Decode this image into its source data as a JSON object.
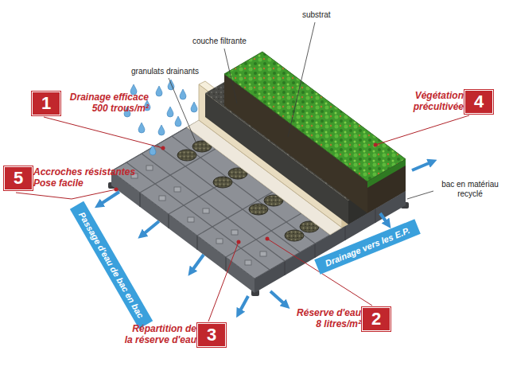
{
  "diagram": {
    "nodes": [
      {
        "text": [
          "1",
          "Drainage efficace 500 trous/m²"
        ]
      },
      {
        "text": [
          "4",
          "Végétation précultivée"
        ]
      },
      {
        "text": [
          "5",
          "Accroches résistantes Pose facile"
        ]
      },
      {
        "text": [
          "Passage d'eau de bac en bac"
        ]
      },
      {
        "text": [
          "Drainage vers les E.P."
        ]
      },
      {
        "text": [
          "2",
          "Réserve d'eau 8 litres/m²"
        ]
      },
      {
        "text": [
          "3",
          "Répartition de la réserve d'eau"
        ]
      }
    ],
    "labels": [
      "granulats drainants",
      "couche filtrante",
      "substrat",
      "bac en matériau recyclé"
    ]
  }
}
